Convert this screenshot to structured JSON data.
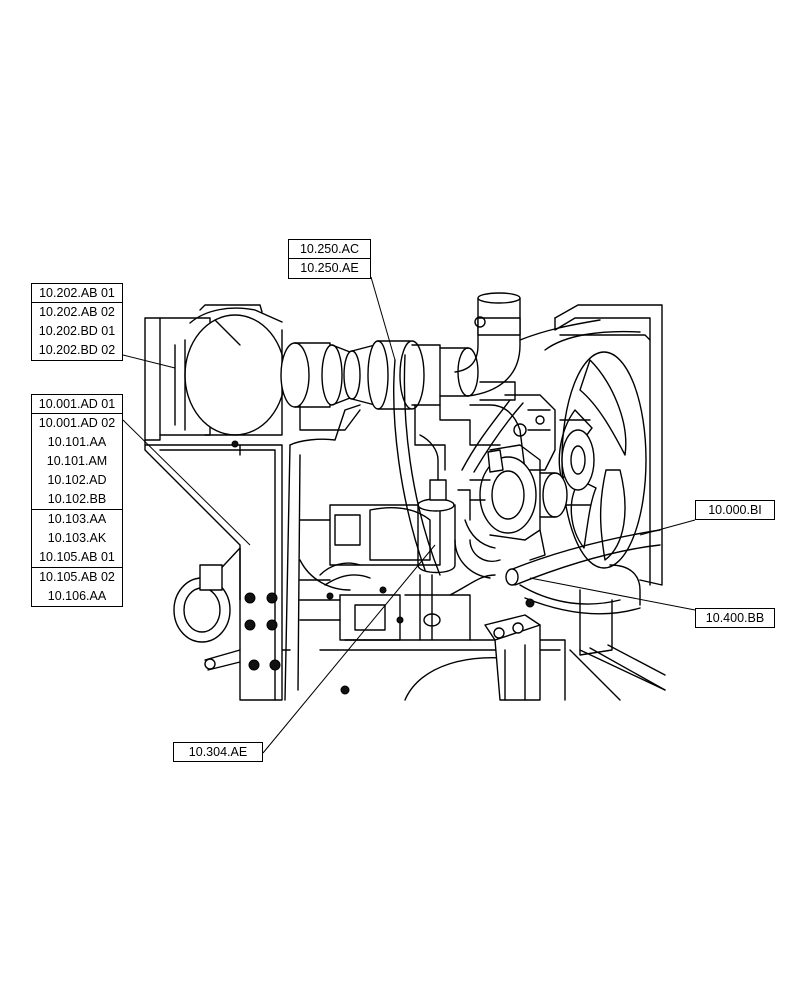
{
  "callouts": {
    "group_250": [
      "10.250.AC",
      "10.250.AE"
    ],
    "group_202": [
      "10.202.AB 01",
      "10.202.AB 02",
      "10.202.BD 01",
      "10.202.BD 02"
    ],
    "group_001": [
      "10.001.AD 01",
      "10.001.AD 02",
      "10.101.AA",
      "10.101.AM",
      "10.102.AD",
      "10.102.BB",
      "10.103.AA",
      "10.103.AK",
      "10.105.AB 01",
      "10.105.AB 02",
      "10.106.AA"
    ],
    "label_000_bi": "10.000.BI",
    "label_400_bb": "10.400.BB",
    "label_304_ae": "10.304.AE"
  },
  "colors": {
    "line": "#000000",
    "background": "#ffffff"
  }
}
